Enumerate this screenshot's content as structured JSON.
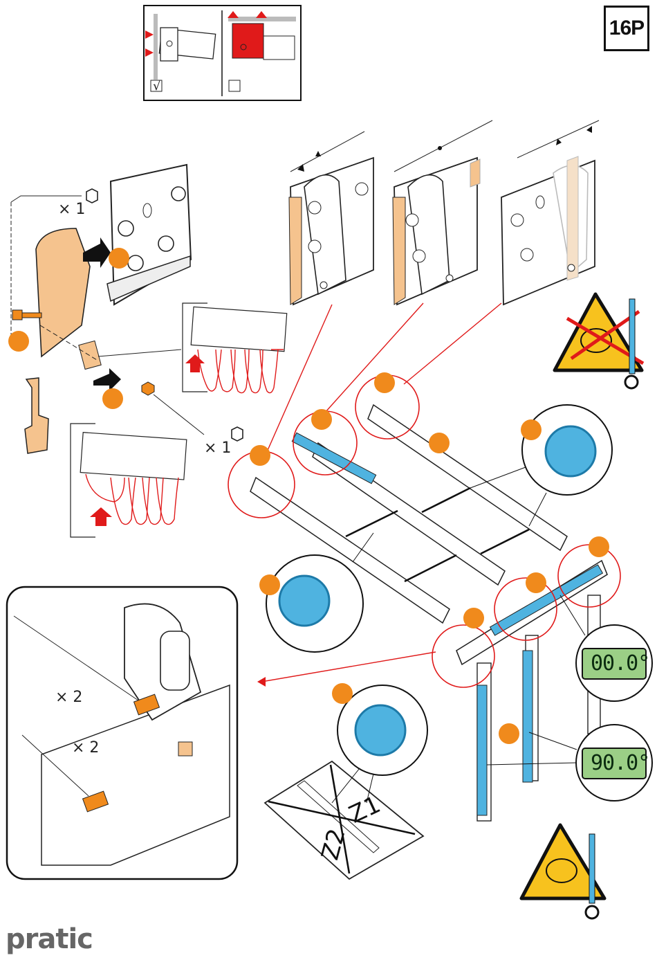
{
  "page_number": "16P",
  "brand": "pratic",
  "quantities": {
    "bolt_top": "× 1",
    "nut": "× 1",
    "detail_upper": "× 2",
    "detail_lower": "× 2"
  },
  "level_readings": {
    "horizontal": "00.0°",
    "vertical": "90.0°"
  },
  "diagonals": {
    "z1": "Z1",
    "z2": "Z2"
  },
  "check_mark": "√",
  "colors": {
    "orange": "#f08a1c",
    "part_orange": "#f5c38e",
    "red": "#e01a1a",
    "blue": "#4fb3e0",
    "lcd_green": "#9bcf86",
    "warning_yellow": "#f7c21e"
  },
  "icons": [
    "hex-nut-icon",
    "warning-strength-icon",
    "no-strength-icon",
    "wrench-icon",
    "tape-measure-icon",
    "spirit-level-icon",
    "check-box-icon"
  ]
}
